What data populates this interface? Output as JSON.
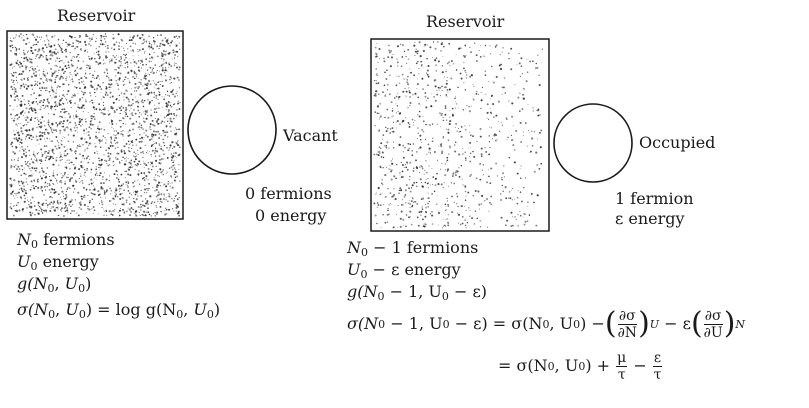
{
  "left": {
    "heading": "Reservoir",
    "orbital_label": "Vacant",
    "orbital_fermions": "0 fermions",
    "orbital_energy": "0 energy",
    "res_fermions": "fermions",
    "res_energy": "energy",
    "res_g": "g(N",
    "res_sigma": "σ(N",
    "res_sigma_rest": ") = log g(N",
    "res_sigma_end": ")"
  },
  "right": {
    "heading": "Reservoir",
    "orbital_label": "Occupied",
    "orbital_fermions": "1 fermion",
    "orbital_energy": "ε energy",
    "res_fermions": "− 1 fermions",
    "res_energy": "− ε energy",
    "res_g": "g(N",
    "res_g_rest": "− 1, U",
    "res_g_end": "− ε)",
    "eq1_lhs": "σ(N",
    "eq1_lhs_mid": "− 1, U",
    "eq1_lhs_end": "− ε) = σ(N",
    "eq1_mid": ", U",
    "eq1_mid_end": ") −",
    "eq1_frac_num": "∂σ",
    "eq1_frac_den": "∂N",
    "eq1_sub_U": "U",
    "eq1_minus_eps": "− ε",
    "eq1_frac2_num": "∂σ",
    "eq1_frac2_den": "∂U",
    "eq1_sub_N": "N",
    "eq2_lhs": "= σ(N",
    "eq2_mid": ", U",
    "eq2_rest": ") +",
    "eq2_frac_mu_num": "μ",
    "eq2_frac_mu_den": "τ",
    "eq2_minus": "−",
    "eq2_frac_eps_num": "ε",
    "eq2_frac_eps_den": "τ"
  },
  "symbols": {
    "N": "N",
    "U": "U",
    "zero": "0",
    "comma_U": ", U"
  }
}
